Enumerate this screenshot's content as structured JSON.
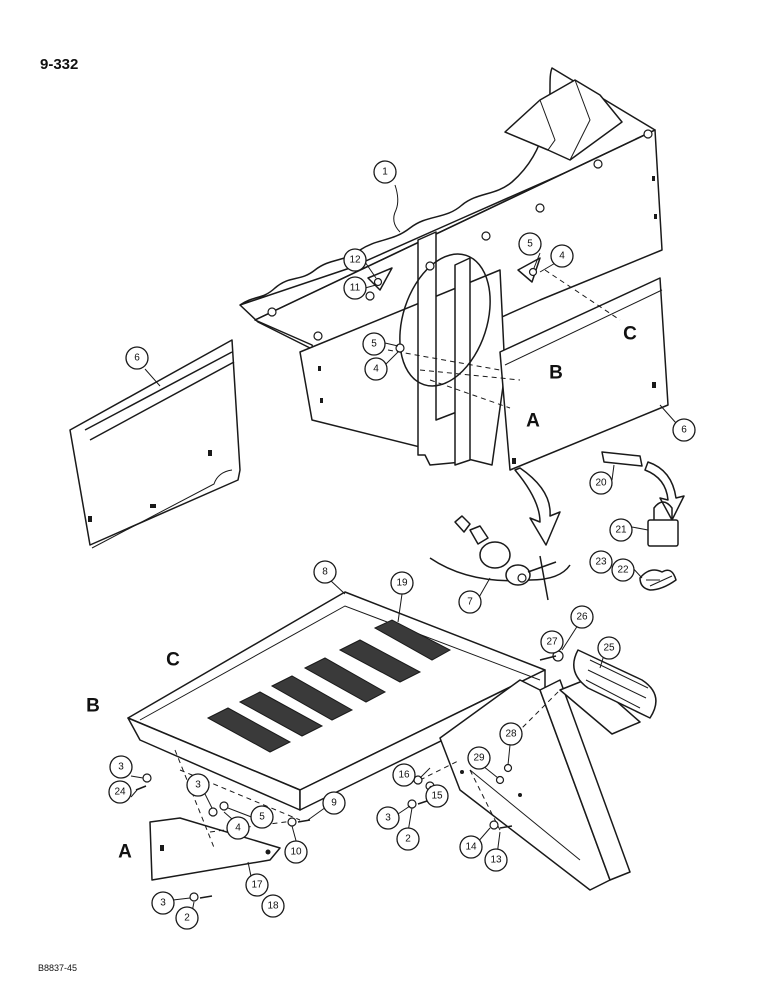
{
  "page_number": "9-332",
  "drawing_code": "B8837-45",
  "callouts": [
    {
      "id": "c1",
      "label": "1"
    },
    {
      "id": "c12",
      "label": "12"
    },
    {
      "id": "c11",
      "label": "11"
    },
    {
      "id": "c5a",
      "label": "5"
    },
    {
      "id": "c4a",
      "label": "4"
    },
    {
      "id": "c5b",
      "label": "5"
    },
    {
      "id": "c4b",
      "label": "4"
    },
    {
      "id": "c6a",
      "label": "6"
    },
    {
      "id": "c6b",
      "label": "6"
    },
    {
      "id": "c20",
      "label": "20"
    },
    {
      "id": "c21",
      "label": "21"
    },
    {
      "id": "c22",
      "label": "22"
    },
    {
      "id": "c23",
      "label": "23"
    },
    {
      "id": "c7",
      "label": "7"
    },
    {
      "id": "c8",
      "label": "8"
    },
    {
      "id": "c19",
      "label": "19"
    },
    {
      "id": "c26",
      "label": "26"
    },
    {
      "id": "c27",
      "label": "27"
    },
    {
      "id": "c25",
      "label": "25"
    },
    {
      "id": "c28",
      "label": "28"
    },
    {
      "id": "c29",
      "label": "29"
    },
    {
      "id": "c3a",
      "label": "3"
    },
    {
      "id": "c24",
      "label": "24"
    },
    {
      "id": "c3b",
      "label": "3"
    },
    {
      "id": "c4c",
      "label": "4"
    },
    {
      "id": "c5c",
      "label": "5"
    },
    {
      "id": "c9",
      "label": "9"
    },
    {
      "id": "c10",
      "label": "10"
    },
    {
      "id": "c16",
      "label": "16"
    },
    {
      "id": "c15",
      "label": "15"
    },
    {
      "id": "c3c",
      "label": "3"
    },
    {
      "id": "c2a",
      "label": "2"
    },
    {
      "id": "c14",
      "label": "14"
    },
    {
      "id": "c13",
      "label": "13"
    },
    {
      "id": "c17",
      "label": "17"
    },
    {
      "id": "c18",
      "label": "18"
    },
    {
      "id": "c3d",
      "label": "3"
    },
    {
      "id": "c2b",
      "label": "2"
    }
  ],
  "reference_letters": [
    {
      "id": "refC1",
      "label": "C"
    },
    {
      "id": "refB1",
      "label": "B"
    },
    {
      "id": "refA1",
      "label": "A"
    },
    {
      "id": "refC2",
      "label": "C"
    },
    {
      "id": "refB2",
      "label": "B"
    },
    {
      "id": "refA2",
      "label": "A"
    }
  ]
}
